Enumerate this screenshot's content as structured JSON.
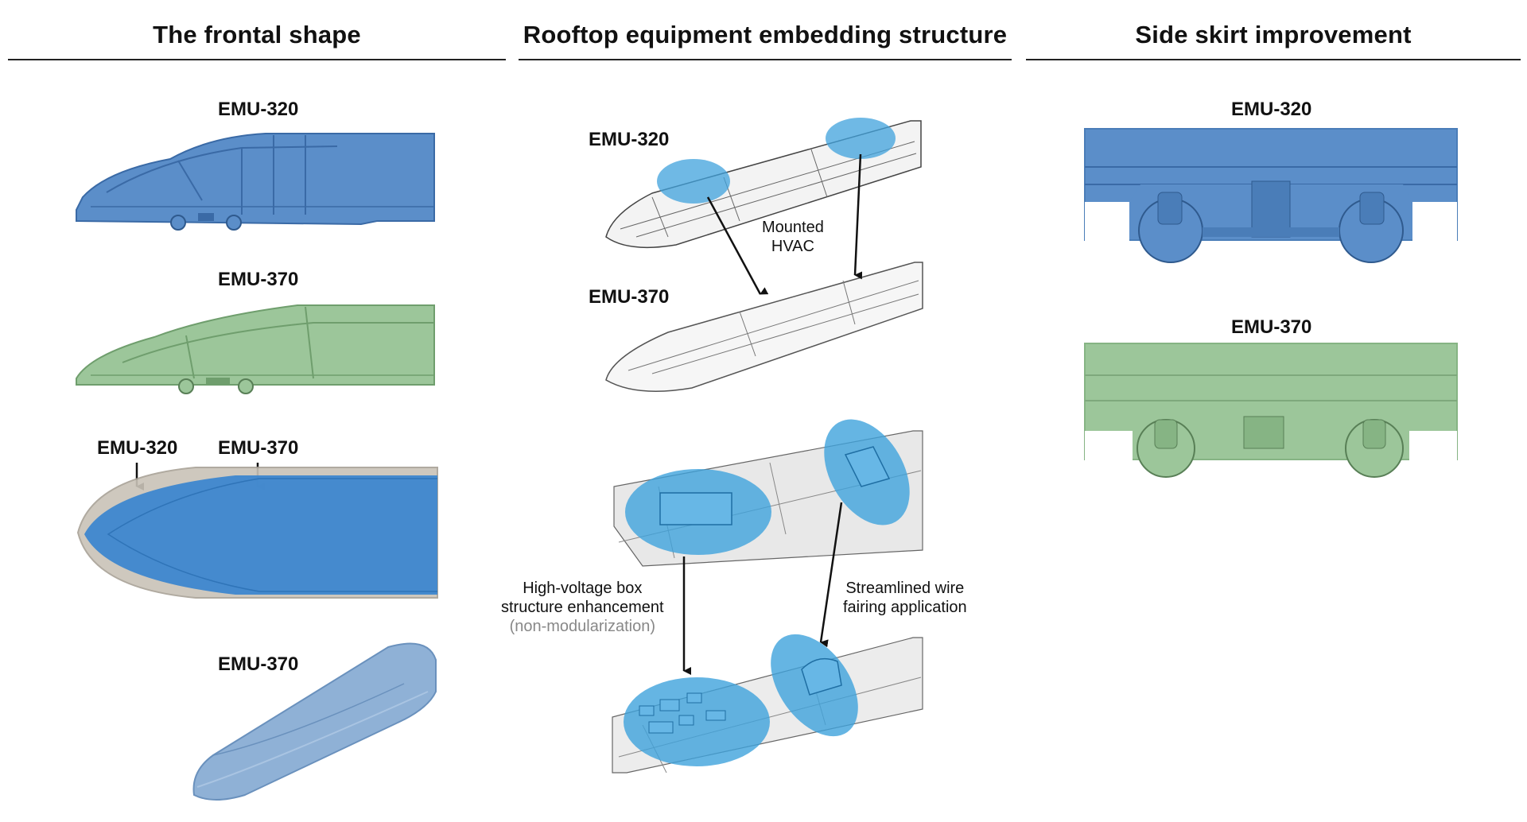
{
  "colors": {
    "emu320": "#5b8ec9",
    "emu320_dark": "#3a6aa6",
    "emu370": "#9cc69a",
    "emu370_dark": "#6f9e6d",
    "highlight": "#3fa2dc",
    "rule": "#222222"
  },
  "columns": {
    "frontal": {
      "title": "The frontal shape",
      "label_emu320": "EMU-320",
      "label_emu370": "EMU-370",
      "overlay_label_320": "EMU-320",
      "overlay_label_370": "EMU-370",
      "label_3d": "EMU-370"
    },
    "rooftop": {
      "title": "Rooftop equipment embedding structure",
      "label_emu320": "EMU-320",
      "label_emu370": "EMU-370",
      "hvac_note": "Mounted\nHVAC",
      "hv_box_note_line1": "High-voltage box",
      "hv_box_note_line2": "structure enhancement",
      "hv_box_note_line3": "(non-modularization)",
      "wire_note_line1": "Streamlined wire",
      "wire_note_line2": "fairing application"
    },
    "skirt": {
      "title": "Side skirt improvement",
      "label_emu320": "EMU-320",
      "label_emu370": "EMU-370"
    }
  }
}
